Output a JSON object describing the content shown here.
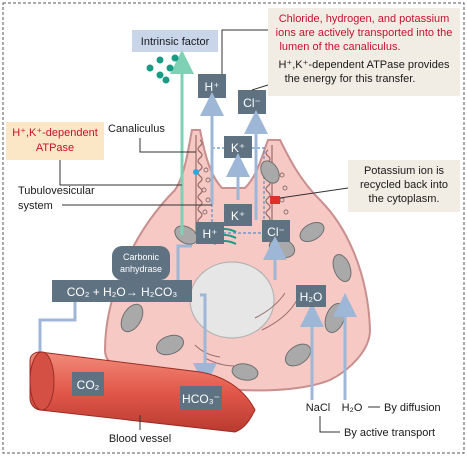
{
  "labels": {
    "intrinsic_factor": "Intrinsic factor",
    "canaliculus": "Canaliculus",
    "tubulovesicular_1": "Tubulovesicular",
    "tubulovesicular_2": "system",
    "atpase_1": "H⁺,K⁺-dependent",
    "atpase_2": "ATPase",
    "carbonic_1": "Carbonic",
    "carbonic_2": "anhydrase",
    "reaction": "CO₂ + H₂O→ H₂CO₃",
    "blood_vessel": "Blood vessel",
    "nacl": "NaCl",
    "h2o_diffusion": "H₂O",
    "by_diffusion": "By diffusion",
    "by_active_transport": "By active transport"
  },
  "ions": {
    "h_top": "H⁺",
    "cl_top": "Cl⁻",
    "k_upper": "K⁺",
    "k_lower": "K⁺",
    "h_lower": "H⁺",
    "cl_lower": "Cl⁻",
    "h2o_cell": "H₂O",
    "co2_vessel": "CO₂",
    "hco3_vessel": "HCO₃⁻"
  },
  "callouts": {
    "transport_1": "Chloride, hydrogen, and potassium",
    "transport_2": "ions are actively transported into the",
    "transport_3": "lumen of the canaliculus.",
    "energy_1": "H⁺,K⁺-dependent ATPase provides",
    "energy_2": "the energy for this transfer.",
    "potassium_1": "Potassium ion is",
    "potassium_2": "recycled back into",
    "potassium_3": "the cytoplasm."
  },
  "colors": {
    "cell_fill": "#f6c9c4",
    "cell_stroke": "#c98f8f",
    "mito_fill": "#a9a9a9",
    "ion_box": "#5f7282",
    "arrow_blue": "#9fb7d6",
    "callout_fill": "#f2ede4",
    "atpase_fill": "#fbe7c6",
    "intrinsic_box": "#c9d6ea",
    "red_text": "#c8102e",
    "teal": "#1a9b86",
    "vessel": "#e2584a"
  }
}
